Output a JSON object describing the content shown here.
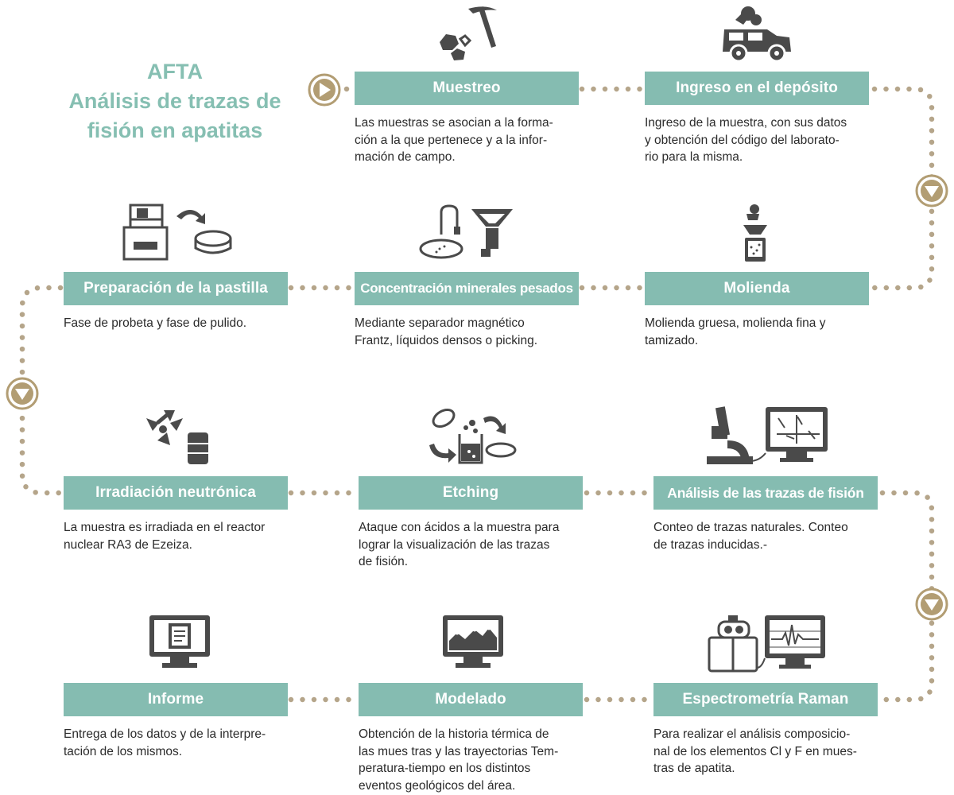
{
  "title": [
    "AFTA",
    "Análisis de trazas de",
    "fisión en apatitas"
  ],
  "colors": {
    "accent": "#85bcb1",
    "dots": "#b5a58a",
    "arrow": "#b29d73",
    "icon": "#4a4a4a"
  },
  "steps": [
    {
      "id": "muestreo",
      "title": "Muestreo",
      "icon": "pickaxe-rocks-icon",
      "lines": [
        "Las muestras se asocian a la forma-",
        "ción a la que pertenece y a la infor-",
        "mación de campo."
      ]
    },
    {
      "id": "ingreso",
      "title": "Ingreso en el depósito",
      "icon": "jeep-with-rocks-icon",
      "lines": [
        "Ingreso de la muestra, con sus datos",
        "y obtención del código del laborato-",
        "rio para la misma."
      ]
    },
    {
      "id": "molienda",
      "title": "Molienda",
      "icon": "grinder-icon",
      "lines": [
        "Molienda gruesa, molienda fina y",
        "tamizado."
      ]
    },
    {
      "id": "concentracion",
      "title": "Concentración minerales pesados",
      "icon": "separator-funnel-icon",
      "lines": [
        "Mediante separador magnético",
        "Frantz, líquidos densos o picking."
      ]
    },
    {
      "id": "preparacion",
      "title": "Preparación de la pastilla",
      "icon": "polisher-pellet-icon",
      "lines": [
        "Fase de probeta y fase de pulido."
      ]
    },
    {
      "id": "irradiacion",
      "title": "Irradiación neutrónica",
      "icon": "radiation-icon",
      "lines": [
        "La muestra es irradiada en el reactor",
        "nuclear RA3 de Ezeiza."
      ]
    },
    {
      "id": "etching",
      "title": "Etching",
      "icon": "acid-beaker-icon",
      "lines": [
        "Ataque con ácidos a la muestra para",
        "lograr la visualización de las trazas",
        "de fisión."
      ]
    },
    {
      "id": "analisis",
      "title": "Análisis de las trazas de fisión",
      "icon": "microscope-monitor-icon",
      "lines": [
        "Conteo de trazas naturales. Conteo",
        "de trazas inducidas.-"
      ]
    },
    {
      "id": "raman",
      "title": "Espectrometría Raman",
      "icon": "spectrometer-monitor-icon",
      "lines": [
        "Para realizar el análisis composicio-",
        "nal de los elementos Cl y F en mues-",
        "tras de apatita."
      ]
    },
    {
      "id": "modelado",
      "title": "Modelado",
      "icon": "monitor-chart-icon",
      "lines": [
        "Obtención de la historia térmica de",
        "las mues tras y las trayectorias Tem-",
        "peratura-tiempo en los distintos",
        "eventos geológicos del área."
      ]
    },
    {
      "id": "informe",
      "title": "Informe",
      "icon": "monitor-report-icon",
      "lines": [
        "Entrega de los datos y de la interpre-",
        "tación de los mismos."
      ]
    }
  ]
}
